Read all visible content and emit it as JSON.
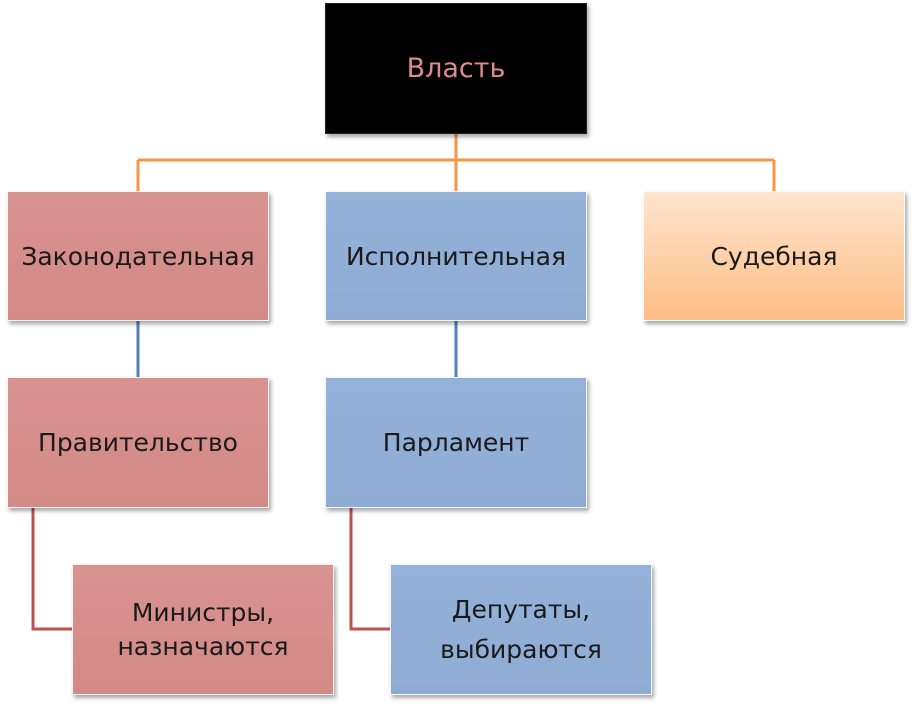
{
  "diagram": {
    "root": {
      "label": "Власть"
    },
    "branches": {
      "legislative": {
        "label": "Законодательная"
      },
      "executive": {
        "label": "Исполнительная"
      },
      "judicial": {
        "label": "Судебная"
      }
    },
    "second_level": {
      "government": {
        "label": "Правительство"
      },
      "parliament": {
        "label": "Парламент"
      }
    },
    "third_level": {
      "ministers": {
        "label": "Министры,\nназначаются"
      },
      "deputies": {
        "label": "Депутаты,\nвыбираются"
      }
    }
  },
  "colors": {
    "connector_orange": "#f79646",
    "connector_blue": "#4f81bd",
    "connector_red": "#c0504d",
    "box_red": "#d99694",
    "box_blue": "#95b3d7",
    "box_orange": "#fdbf8a",
    "root_fill": "#000000",
    "root_text": "#e08a8a"
  }
}
